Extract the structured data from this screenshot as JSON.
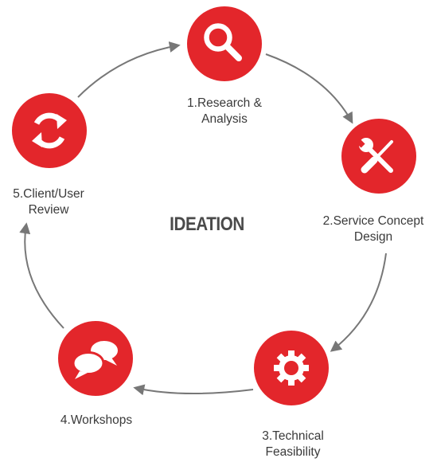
{
  "diagram": {
    "title": "IDEATION",
    "accent_color": "#e3262b",
    "arrow_color": "#777777",
    "steps": [
      {
        "icon": "search-icon",
        "label_lines": [
          "1.Research &",
          "Analysis"
        ]
      },
      {
        "icon": "tools-icon",
        "label_lines": [
          "2.Service Concept",
          "Design"
        ]
      },
      {
        "icon": "gear-icon",
        "label_lines": [
          "3.Technical",
          "Feasibility"
        ]
      },
      {
        "icon": "chat-bubbles-icon",
        "label_lines": [
          "4.Workshops"
        ]
      },
      {
        "icon": "refresh-icon",
        "label_lines": [
          "5.Client/User",
          "Review"
        ]
      }
    ]
  }
}
